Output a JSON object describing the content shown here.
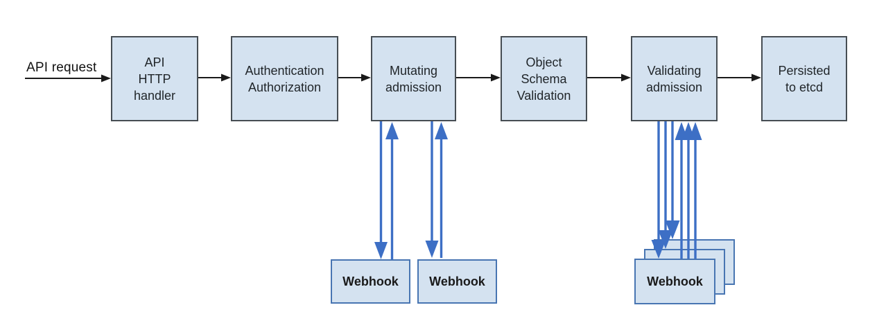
{
  "diagram": {
    "title_semantic": "Kubernetes API request admission flow",
    "api_request_label": "API request",
    "flow_boxes": [
      {
        "name": "api-http-handler",
        "lines": [
          "API",
          "HTTP",
          "handler"
        ]
      },
      {
        "name": "authentication-authorization",
        "lines": [
          "Authentication",
          "Authorization"
        ]
      },
      {
        "name": "mutating-admission",
        "lines": [
          "Mutating",
          "admission"
        ]
      },
      {
        "name": "object-schema-validation",
        "lines": [
          "Object",
          "Schema",
          "Validation"
        ]
      },
      {
        "name": "validating-admission",
        "lines": [
          "Validating",
          "admission"
        ]
      },
      {
        "name": "persisted-to-etcd",
        "lines": [
          "Persisted",
          "to etcd"
        ]
      }
    ],
    "webhooks": {
      "mutating": [
        {
          "label": "Webhook"
        },
        {
          "label": "Webhook"
        }
      ],
      "validating": {
        "label": "Webhook",
        "stack_count": 3
      }
    },
    "colors": {
      "box_fill": "#d4e2f0",
      "flow_box_border": "#464d53",
      "webhook_box_border": "#4875b2",
      "black_arrow": "#1a1a1a",
      "blue_arrow": "#3d6fc5",
      "text": "#1f2428",
      "background": "#ffffff"
    }
  }
}
